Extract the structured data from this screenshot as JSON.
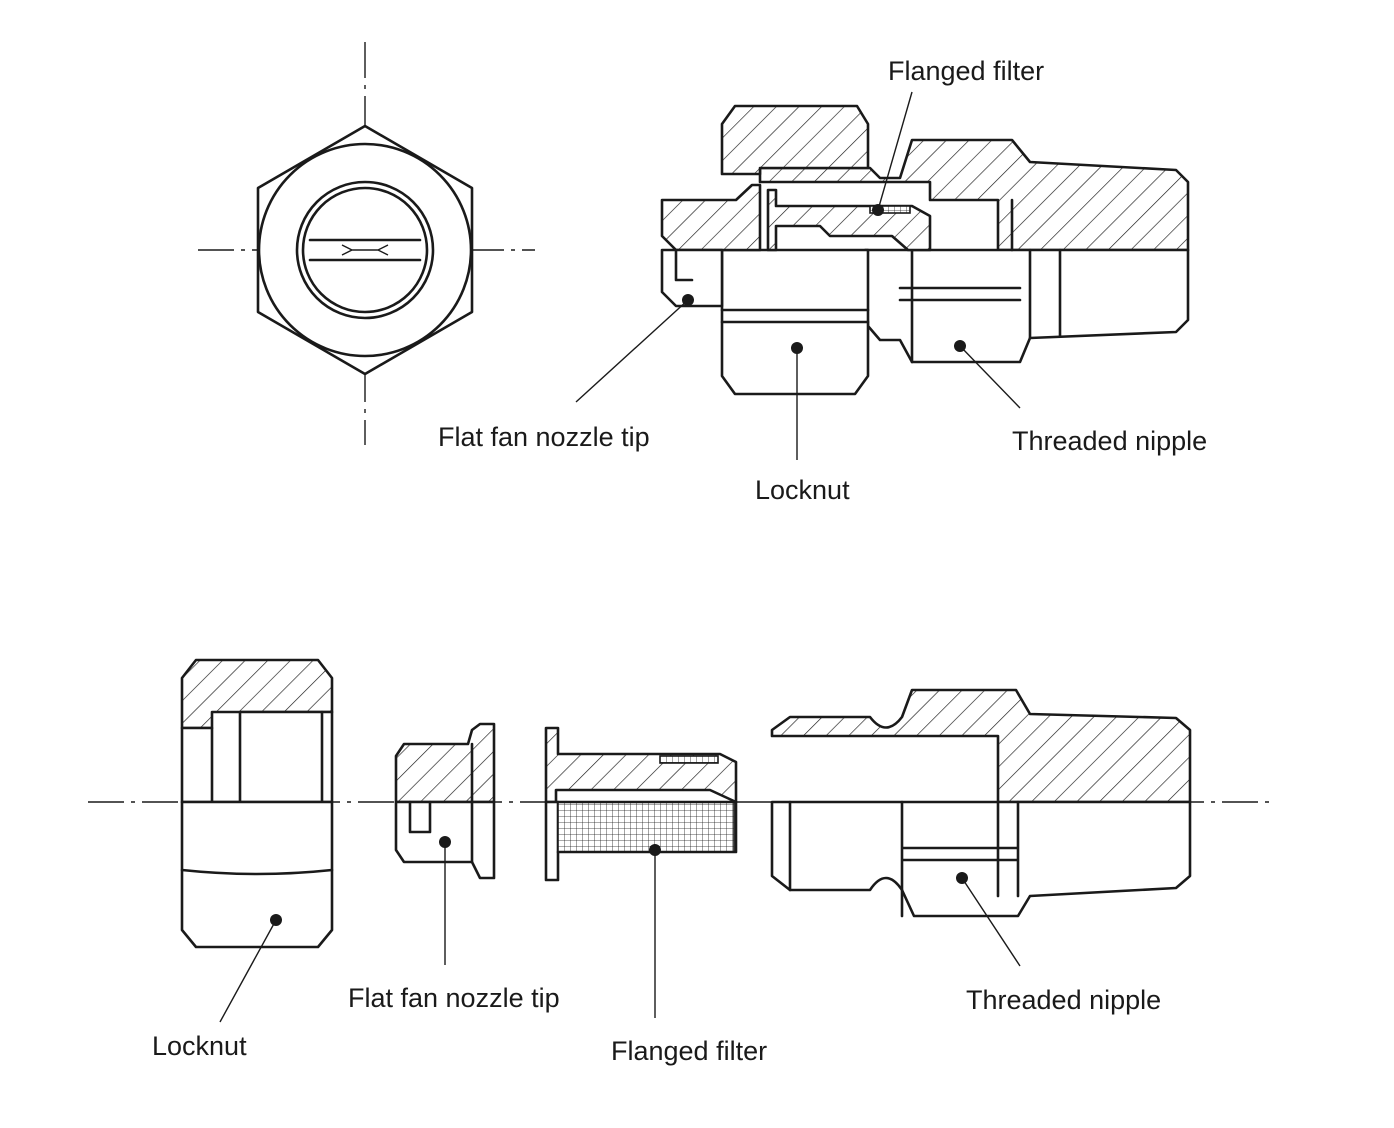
{
  "assembled_view": {
    "labels": {
      "flanged_filter": "Flanged filter",
      "flat_fan_nozzle_tip": "Flat fan nozzle tip",
      "locknut": "Locknut",
      "threaded_nipple": "Threaded nipple"
    }
  },
  "exploded_view": {
    "labels": {
      "locknut": "Locknut",
      "flat_fan_nozzle_tip": "Flat fan nozzle tip",
      "flanged_filter": "Flanged filter",
      "threaded_nipple": "Threaded nipple"
    }
  },
  "colors": {
    "line": "#1a1a1a",
    "background": "#ffffff"
  }
}
